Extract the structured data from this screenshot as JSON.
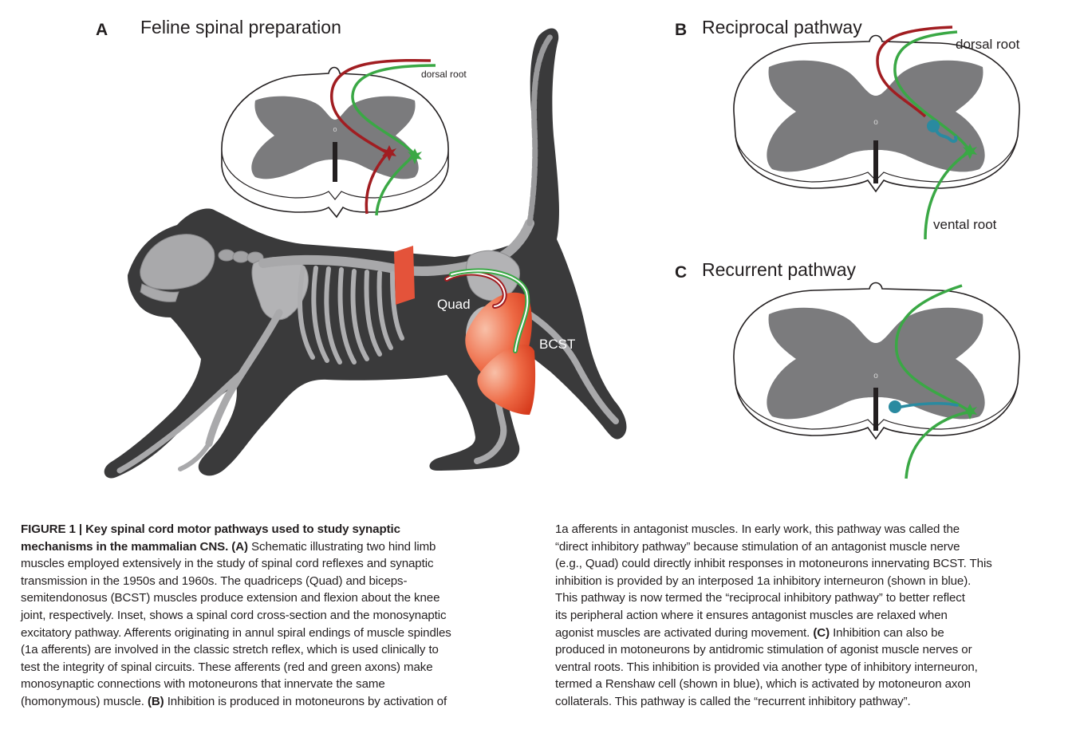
{
  "panels": {
    "A": {
      "letter": "A",
      "title": "Feline spinal preparation",
      "dorsal_root": "dorsal root",
      "central_canal": "o"
    },
    "B": {
      "letter": "B",
      "title": "Reciprocal pathway",
      "dorsal_root": "dorsal root",
      "ventral_root": "vental root",
      "central_canal": "o"
    },
    "C": {
      "letter": "C",
      "title": "Recurrent pathway",
      "central_canal": "o"
    }
  },
  "muscle_labels": {
    "quad": "Quad",
    "bcst": "BCST"
  },
  "colors": {
    "afferent_red": "#a11d21",
    "afferent_green": "#3aa845",
    "interneuron_blue": "#2a8aa0",
    "grey_matter": "#7b7b7d",
    "cat_silhouette": "#3a3a3b",
    "skeleton": "#9d9d9f",
    "muscle_orange": "#e54a2a"
  },
  "caption": {
    "heading": "FIGURE 1 | Key spinal cord motor pathways used to study synaptic mechanisms in the mammalian CNS.",
    "left": {
      "line1_heading": "FIGURE 1 | Key spinal cord motor pathways used to study synaptic",
      "line2_heading": "mechanisms in the mammalian CNS.",
      "line2_marker": "(A)",
      "line2_rest": " Schematic illustrating two hind limb",
      "lines_a": [
        "muscles employed extensively in the study of spinal cord reflexes and synaptic",
        "transmission in the 1950s and 1960s. The quadriceps (Quad) and biceps-",
        "semitendonosus (BCST) muscles produce extension and flexion about the knee",
        "joint, respectively. Inset, shows a spinal cord cross-section and the monosynaptic",
        "excitatory pathway. Afferents originating in annul spiral endings of muscle spindles",
        "(1a afferents) are involved in the classic stretch reflex, which is used clinically to",
        "test the integrity of spinal circuits. These afferents (red and green axons) make",
        "monosynaptic connections with motoneurons that innervate the same"
      ],
      "last_start": "(homonymous) muscle. ",
      "last_marker": "(B)",
      "last_rest": " Inhibition is produced in motoneurons by activation of"
    },
    "right": {
      "lines_a": [
        "1a afferents in antagonist muscles. In early work, this pathway was called the",
        "“direct inhibitory pathway” because stimulation of an antagonist muscle nerve",
        "(e.g., Quad) could directly inhibit responses in motoneurons innervating BCST. This",
        "inhibition is provided by an interposed 1a inhibitory interneuron (shown in blue).",
        "This pathway is now termed the “reciprocal inhibitory pathway” to better reflect",
        "its peripheral action where it ensures antagonist muscles are relaxed when"
      ],
      "mid_start": "agonist muscles are activated during movement. ",
      "mid_marker": "(C)",
      "mid_rest": " Inhibition can also be",
      "lines_b": [
        "produced in motoneurons by antidromic stimulation of agonist muscle nerves or",
        "ventral roots. This inhibition is provided via another type of inhibitory interneuron,",
        "termed a Renshaw cell (shown in blue), which is activated by motoneuron axon",
        "collaterals. This pathway is called the “recurrent inhibitory pathway”."
      ]
    }
  }
}
